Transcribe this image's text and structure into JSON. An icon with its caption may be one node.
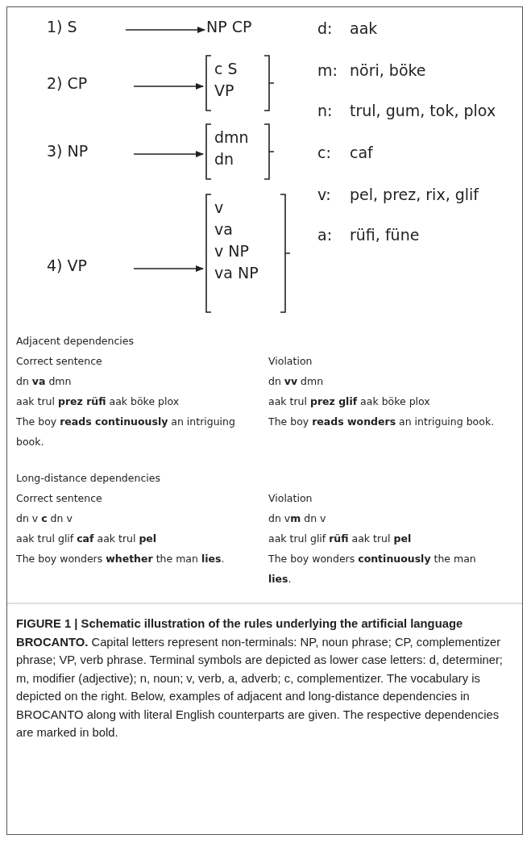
{
  "diagram": {
    "caption": "**FIGURE 1 | Schematic illustration of the rules underlying the artificial language BROCANTO.** Capital letters represent non-terminals: NP, noun phrase; CP, complementizer phrase; VP, verb phrase. Terminal symbols are depicted as lower case letters: d, determiner; m, modifier (adjective); n, noun; v, verb, a, adverb; c, complementizer. The vocabulary is depicted on the right. Below, examples of adjacent and long-distance dependencies in BROCANTO along with literal English counterparts are given. The respective dependencies are marked in bold.",
    "nodes": [
      {
        "text": [
          "1) S"
        ]
      },
      {
        "text": [
          "NP CP"
        ]
      },
      {
        "text": [
          "2) CP"
        ]
      },
      {
        "text": [
          "c S",
          "VP"
        ]
      },
      {
        "text": [
          "3) NP"
        ]
      },
      {
        "text": [
          "dmn",
          "dn"
        ]
      },
      {
        "text": [
          "4) VP"
        ]
      },
      {
        "text": [
          "v",
          "va",
          "v NP",
          "va NP"
        ]
      }
    ],
    "edges": [
      {
        "from": 0,
        "to": 1,
        "arrow": "to"
      },
      {
        "from": 2,
        "to": 3,
        "arrow": "to"
      },
      {
        "from": 4,
        "to": 5,
        "arrow": "to"
      },
      {
        "from": 6,
        "to": 7,
        "arrow": "to"
      }
    ],
    "labels": [
      "d:",
      "aak",
      "m:",
      "nöri, böke",
      "n:",
      "trul, gum, tok, plox",
      "c:",
      "caf",
      "v:",
      "pel, prez, rix, glif",
      "a:",
      "rüfi, füne",
      "Adjacent dependencies",
      "Correct sentence",
      "Violation",
      "dn **va** dmn",
      "dn **vv** dmn",
      "aak trul **prez rüfi** aak böke plox",
      "aak trul **prez glif** aak böke plox",
      "The boy **reads continuously** an intriguing book.",
      "The boy **reads wonders** an intriguing book.",
      "Long-distance dependencies",
      "Correct sentence",
      "Violation",
      "dn v **c** dn v",
      "dn v**m** dn v",
      "aak trul glif **caf** aak trul **pel**",
      "aak trul glif **rüfi** aak trul **pel**",
      "The boy wonders **whether** the man **lies**.",
      "The boy wonders **continuously** the man **lies**."
    ]
  }
}
